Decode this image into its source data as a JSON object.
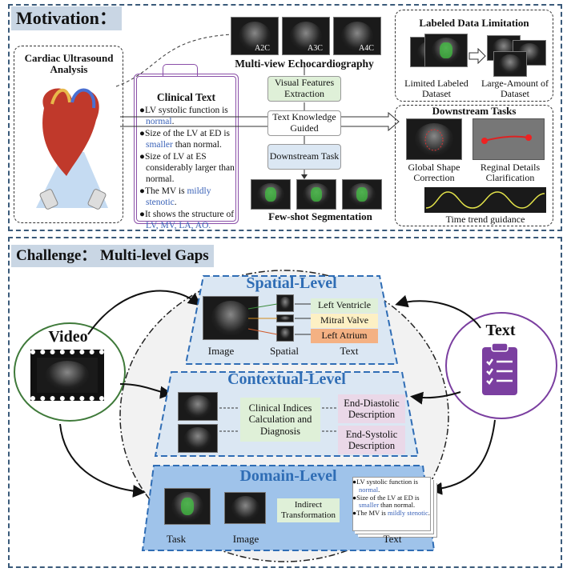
{
  "motivation": {
    "title": "Motivation：",
    "cardiac_ultrasound": "Cardiac Ultrasound Analysis",
    "views": [
      "A2C",
      "A3C",
      "A4C"
    ],
    "multiview_label": "Multi-view Echocardiography",
    "clinical_text": {
      "title": "Clinical Text",
      "items": [
        {
          "text": "LV systolic function is ",
          "highlight": "normal",
          "tail": "."
        },
        {
          "text": "Size of the LV at ED is ",
          "highlight": "smaller",
          "tail": " than normal."
        },
        {
          "text": "Size of LV at ES considerably larger than normal.",
          "highlight": "",
          "tail": ""
        },
        {
          "text": "The MV is ",
          "highlight": "mildly stenotic",
          "tail": "."
        },
        {
          "text": "It shows the structure of ",
          "highlight": "LV, MV, LA, AO.",
          "tail": ""
        }
      ]
    },
    "flow": [
      "Visual Features Extraction",
      "Text Knowledge Guided",
      "Downstream Task"
    ],
    "few_shot_label": "Few-shot Segmentation",
    "labeled_data": {
      "title": "Labeled Data Limitation",
      "left_label": "Limited Labeled Dataset",
      "right_label": "Large-Amount of Dataset"
    },
    "downstream": {
      "title": "Downstream Tasks",
      "global": "Global Shape Correction",
      "regional": "Reginal Details Clarification",
      "time": "Time trend guidance"
    }
  },
  "challenge": {
    "title": "Challenge： Multi-level Gaps",
    "video": "Video",
    "text": "Text",
    "spatial": {
      "title": "Spatial-Level",
      "labels": [
        "Left Ventricle",
        "Mitral Valve",
        "Left Atrium"
      ],
      "captions": [
        "Image",
        "Spatial",
        "Text"
      ]
    },
    "contextual": {
      "title": "Contextual-Level",
      "center": "Clinical Indices Calculation and Diagnosis",
      "right": [
        "End-Diastolic Description",
        "End-Systolic Description"
      ]
    },
    "domain": {
      "title": "Domain-Level",
      "center": "Indirect Transformation",
      "captions": [
        "Task",
        "Image",
        "Text"
      ],
      "doc_items": [
        {
          "text": "LV systolic function is ",
          "highlight": "normal",
          "tail": "."
        },
        {
          "text": "Size of the LV at ED is ",
          "highlight": "smaller",
          "tail": " than normal."
        },
        {
          "text": "The MV is ",
          "highlight": "mildly stenotic",
          "tail": "."
        }
      ]
    }
  },
  "colors": {
    "frame": "#3a5a7a",
    "title_bg": "#c9d6e4",
    "level_blue": "#2f6db5",
    "green_box": "#dff0d8",
    "blue_box": "#dbe7f3",
    "text_purple": "#7b3fa0",
    "video_green": "#3f7a3a",
    "highlight_blue": "#3b63b8"
  }
}
